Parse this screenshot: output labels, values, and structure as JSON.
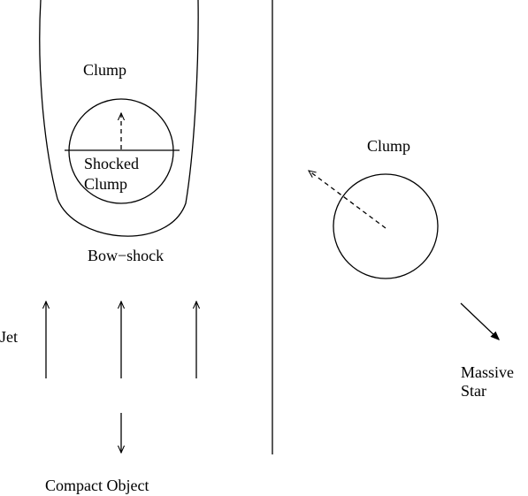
{
  "diagram": {
    "labels": {
      "clump_top": "Clump",
      "shocked_clump_line1": "Shocked",
      "shocked_clump_line2": "Clump",
      "bow_shock": "Bow−shock",
      "jet": "Jet",
      "compact_object": "Compact Object",
      "clump_right": "Clump",
      "massive_star_line1": "Massive",
      "massive_star_line2": "Star"
    }
  }
}
